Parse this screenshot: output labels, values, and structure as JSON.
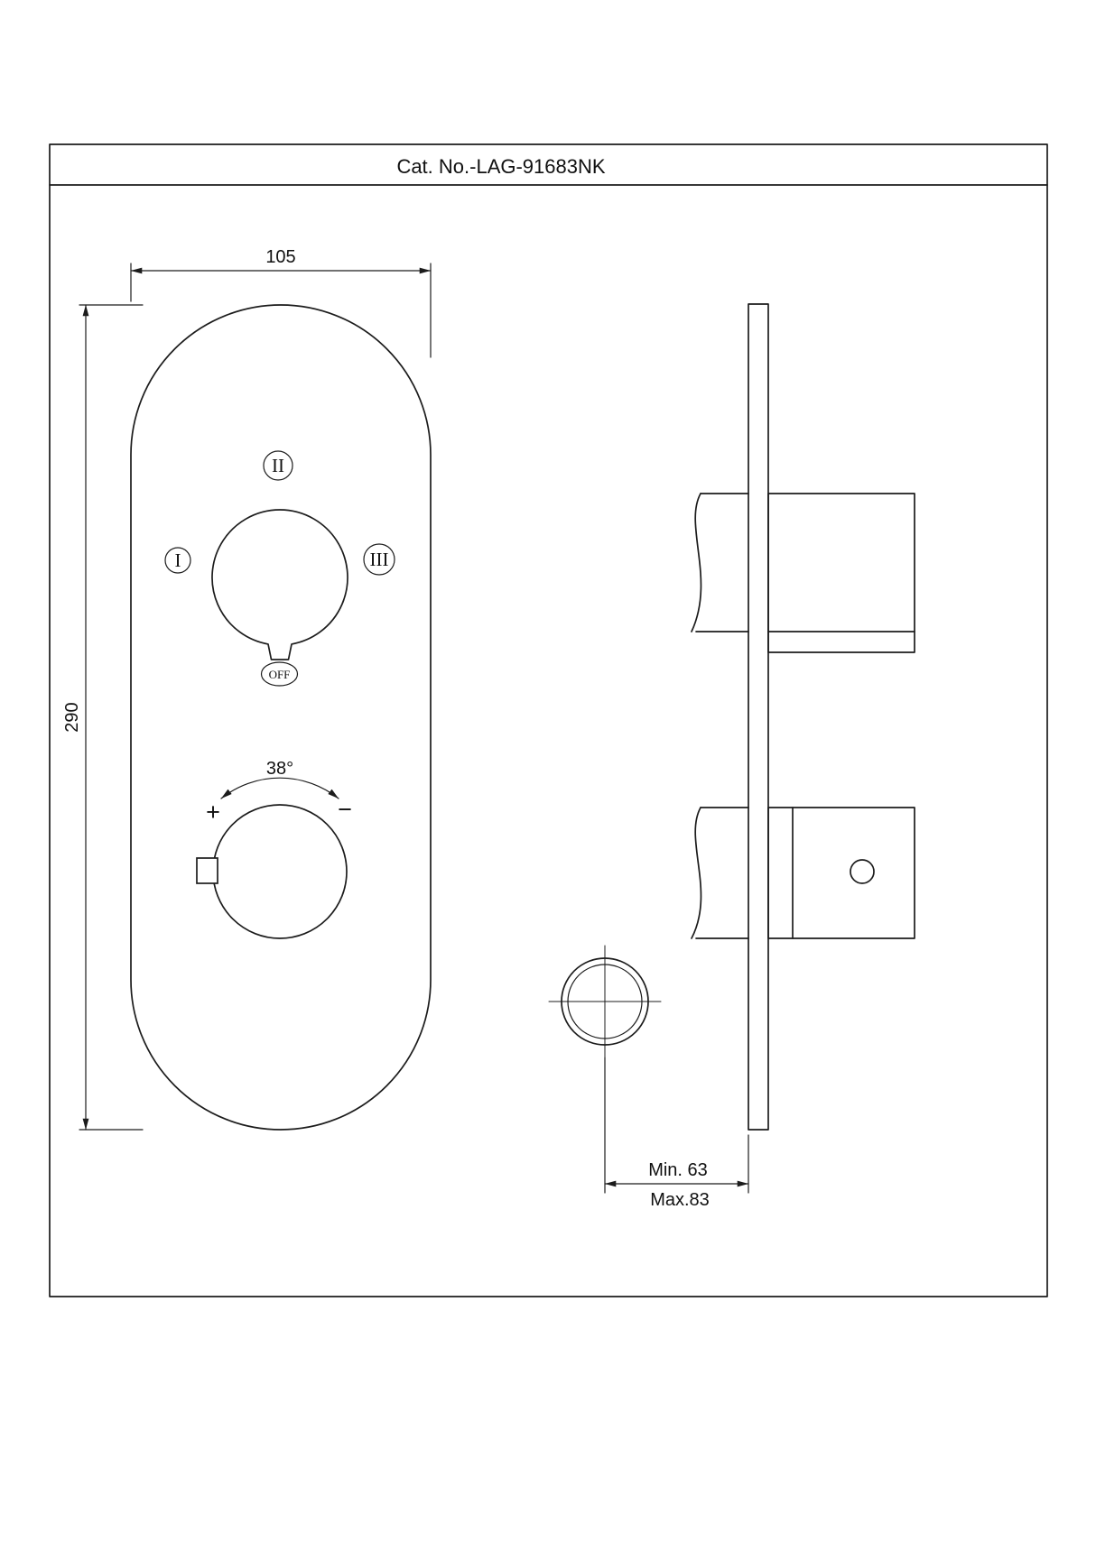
{
  "title": "Cat. No.-LAG-91683NK",
  "front_view": {
    "dim_width": "105",
    "dim_height": "290",
    "diverter": {
      "pos_top": "II",
      "pos_left": "I",
      "pos_right": "III",
      "off_label": "OFF"
    },
    "temperature": {
      "angle_label": "38°",
      "plus_label": "+",
      "minus_label": "−"
    }
  },
  "side_view": {
    "depth_min": "Min. 63",
    "depth_max": "Max.83"
  }
}
